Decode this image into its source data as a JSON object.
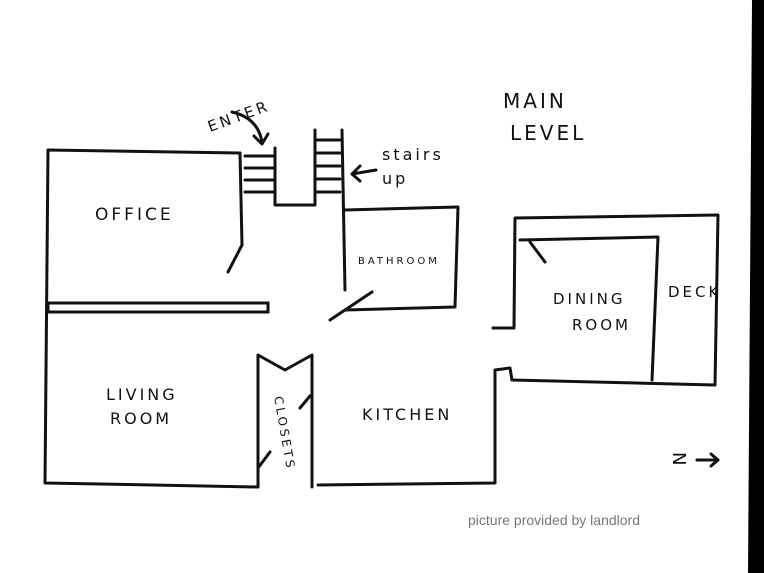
{
  "title": {
    "line1": "MAIN",
    "line2": "LEVEL"
  },
  "labels": {
    "enter": "ENTER",
    "stairs_line1": "stairs",
    "stairs_line2": "up",
    "office": "OFFICE",
    "bathroom": "BATHROOM",
    "dining_line1": "DINING",
    "dining_line2": "ROOM",
    "deck": "DECK",
    "living_line1": "LIVING",
    "living_line2": "ROOM",
    "closets": "CLOSETS",
    "kitchen": "KITCHEN",
    "north": "N"
  },
  "caption": "picture provided by landlord",
  "colors": {
    "ink": "#111111",
    "caption": "#777777",
    "edge": "#000000"
  }
}
